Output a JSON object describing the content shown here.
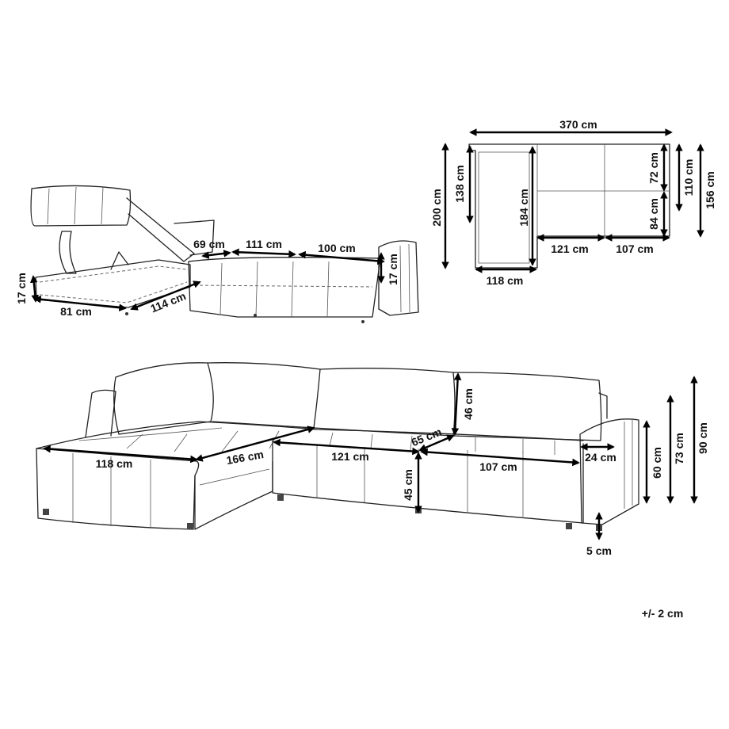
{
  "labels": {
    "top_width": "370 cm",
    "plan_200": "200 cm",
    "plan_138": "138 cm",
    "plan_184": "184 cm",
    "plan_72": "72 cm",
    "plan_84": "84 cm",
    "plan_110": "110 cm",
    "plan_156": "156 cm",
    "plan_121": "121 cm",
    "plan_107": "107 cm",
    "plan_118": "118 cm",
    "bed_69": "69 cm",
    "bed_111": "111 cm",
    "bed_100": "100 cm",
    "bed_17_left": "17 cm",
    "bed_17_right": "17 cm",
    "bed_81": "81 cm",
    "bed_114": "114 cm",
    "front_118": "118 cm",
    "front_166": "166 cm",
    "front_121": "121 cm",
    "front_107": "107 cm",
    "front_65": "65 cm",
    "front_46": "46 cm",
    "front_45": "45 cm",
    "front_24": "24 cm",
    "front_60": "60 cm",
    "front_73": "73 cm",
    "front_90": "90 cm",
    "front_5": "5 cm"
  },
  "tolerance": "+/- 2 cm"
}
